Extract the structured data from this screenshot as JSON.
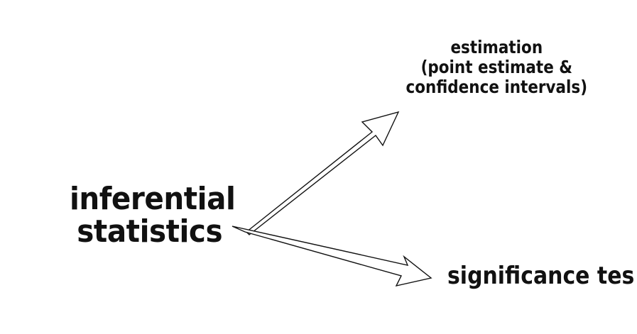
{
  "diagram": {
    "nodes": {
      "main": {
        "line1": "inferential",
        "line2": "statistics"
      },
      "estimation": {
        "line1": "estimation",
        "line2": "(point estimate &",
        "line3": "confidence intervals)"
      },
      "significance": {
        "label": "significance tes"
      }
    },
    "edges": [
      {
        "from": "inferential statistics",
        "to": "estimation (point estimate & confidence intervals)"
      },
      {
        "from": "inferential statistics",
        "to": "significance tes"
      }
    ],
    "colors": {
      "ink": "#111111",
      "background": "#ffffff"
    }
  }
}
